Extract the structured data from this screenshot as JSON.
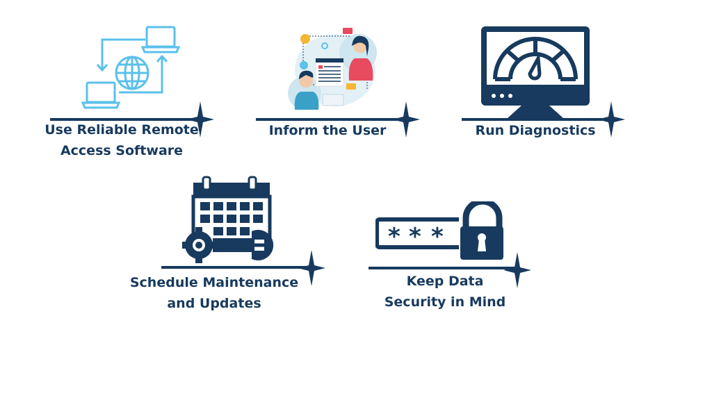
{
  "colors": {
    "navy": "#173a5e",
    "light_blue": "#5bc0eb",
    "accent_red": "#e84a5f",
    "accent_yellow": "#f5b731"
  },
  "steps": [
    {
      "icon": "remote-access-icon",
      "label_line1": "Use Reliable Remote",
      "label_line2": "Access Software"
    },
    {
      "icon": "support-communication-icon",
      "label_line1": "Inform the User",
      "label_line2": ""
    },
    {
      "icon": "monitor-gauge-icon",
      "label_line1": "Run Diagnostics",
      "label_line2": ""
    },
    {
      "icon": "calendar-maintenance-icon",
      "label_line1": "Schedule Maintenance",
      "label_line2": "and Updates"
    },
    {
      "icon": "password-lock-icon",
      "label_line1": "Keep Data",
      "label_line2": "Security in Mind"
    }
  ]
}
